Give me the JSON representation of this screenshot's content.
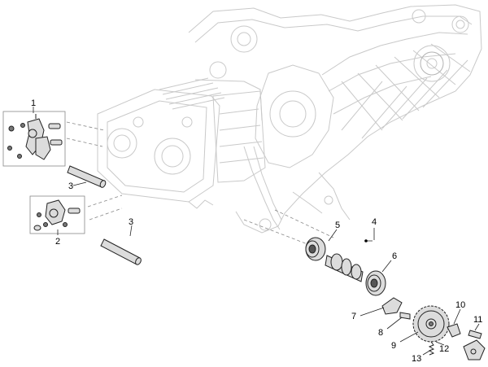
{
  "callouts": [
    {
      "id": "1",
      "label": "1"
    },
    {
      "id": "2",
      "label": "2"
    },
    {
      "id": "3a",
      "label": "3"
    },
    {
      "id": "3b",
      "label": "3"
    },
    {
      "id": "4",
      "label": "4"
    },
    {
      "id": "5",
      "label": "5"
    },
    {
      "id": "6",
      "label": "6"
    },
    {
      "id": "7",
      "label": "7"
    },
    {
      "id": "8",
      "label": "8"
    },
    {
      "id": "9",
      "label": "9"
    },
    {
      "id": "10",
      "label": "10"
    },
    {
      "id": "11",
      "label": "11"
    },
    {
      "id": "12",
      "label": "12"
    },
    {
      "id": "13",
      "label": "13"
    }
  ],
  "colors": {
    "outline": "#c9c9c9",
    "ink": "#222222",
    "background": "#ffffff"
  }
}
